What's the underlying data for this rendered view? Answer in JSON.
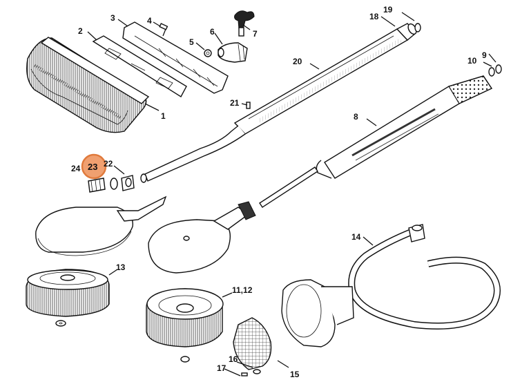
{
  "highlight": {
    "label": "23",
    "color": "#f0a070",
    "ring": "#e07a3c"
  },
  "labels": {
    "p1": "1",
    "p2": "2",
    "p3": "3",
    "p4": "4",
    "p5": "5",
    "p6": "6",
    "p7": "7",
    "p8": "8",
    "p9": "9",
    "p10": "10",
    "p13": "13",
    "p11_12": "11,12",
    "p14": "14",
    "p15": "15",
    "p16": "16",
    "p17": "17",
    "p18": "18",
    "p19": "19",
    "p20": "20",
    "p21": "21",
    "p22": "22",
    "p23": "23",
    "p24": "24"
  }
}
